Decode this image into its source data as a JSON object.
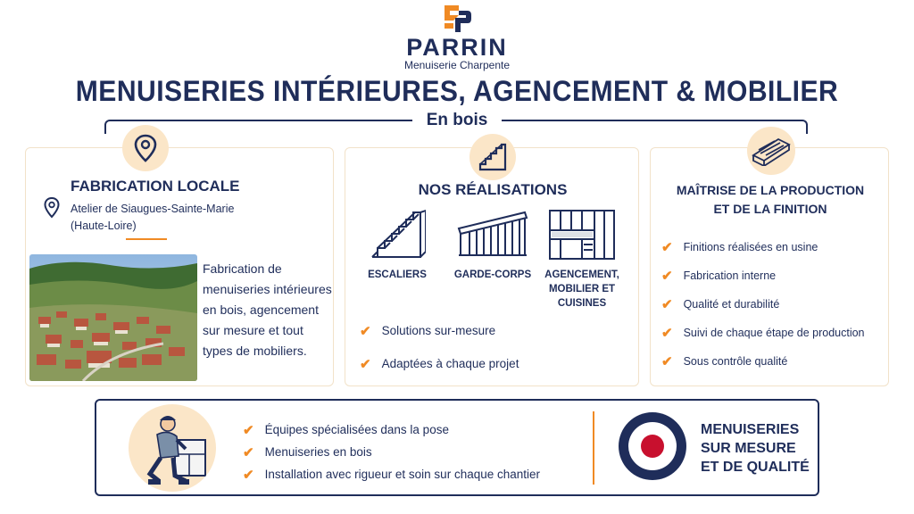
{
  "header": {
    "brand": "PARRIN",
    "brand_sub": "Menuiserie Charpente",
    "title": "MENUISERIES INTÉRIEURES, AGENCEMENT & MOBILIER",
    "subtitle": "En bois"
  },
  "local": {
    "heading": "FABRICATION LOCALE",
    "atelier_line1": "Atelier de Siaugues-Sainte-Marie",
    "atelier_line2": "(Haute-Loire)",
    "desc_line1": "Fabrication de",
    "desc_line2": "menuiseries intérieures",
    "desc_line3": "en bois, agencement",
    "desc_line4": "sur mesure et tout",
    "desc_line5": "types de mobiliers."
  },
  "realisations": {
    "heading": "NOS RÉALISATIONS",
    "items": [
      {
        "label": "ESCALIERS"
      },
      {
        "label": "GARDE-CORPS"
      },
      {
        "label_line1": "AGENCEMENT,",
        "label_line2": "MOBILIER ET CUISINES"
      }
    ],
    "checks": [
      "Solutions sur-mesure",
      "Adaptées à chaque projet"
    ]
  },
  "production": {
    "heading_line1": "MAÎTRISE DE LA PRODUCTION",
    "heading_line2": "ET DE LA FINITION",
    "checks": [
      "Finitions réalisées en usine",
      "Fabrication interne",
      "Qualité et durabilité",
      "Suivi de chaque étape de production",
      "Sous contrôle qualité"
    ]
  },
  "pose": {
    "checks": [
      "Équipes spécialisées dans la pose",
      "Menuiseries en bois",
      "Installation avec rigueur et soin sur chaque chantier"
    ],
    "quality_line1": "MENUISERIES",
    "quality_line2": "SUR MESURE",
    "quality_line3": "ET DE QUALITÉ"
  },
  "icons": {
    "logo": "sp-logo-icon",
    "location": "location-pin-icon",
    "stairs": "stairs-icon",
    "wood": "wood-plank-icon",
    "check": "check-icon",
    "roundel": "french-roundel-icon"
  },
  "colors": {
    "navy": "#1f2d5a",
    "orange": "#f08a24",
    "peach": "#fbe6c8",
    "roundel_red": "#c8102e"
  }
}
